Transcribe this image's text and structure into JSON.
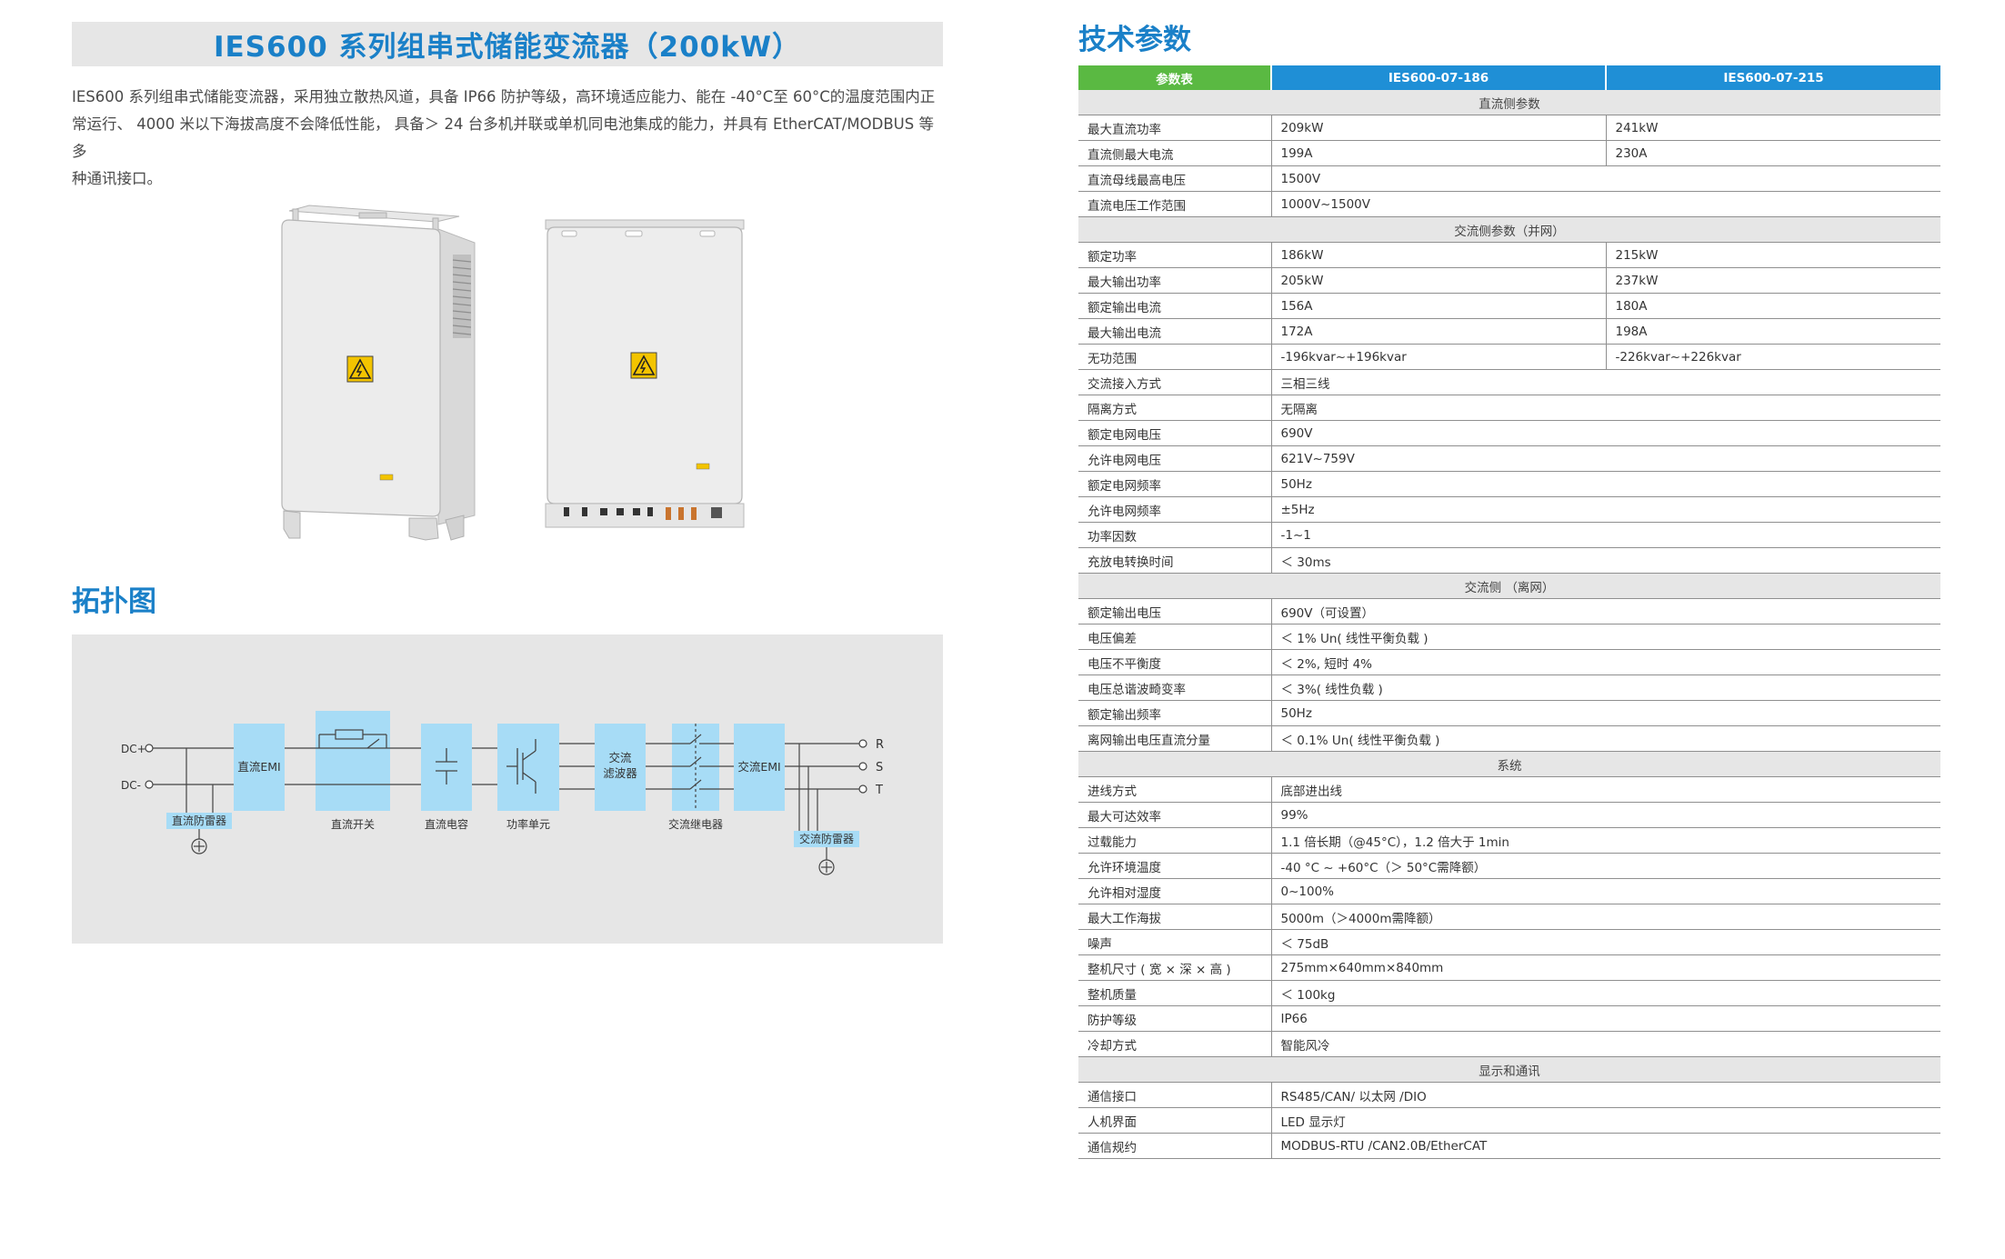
{
  "header": {
    "title": "IES600 系列组串式储能变流器（200kW）"
  },
  "intro": {
    "lines": [
      "IES600 系列组串式储能变流器，采用独立散热风道，具备 IP66 防护等级，高环境适应能力、能在 -40°C至 60°C的温度范围内正",
      "常运行、 4000 米以下海拔高度不会降低性能， 具备＞ 24 台多机并联或单机同电池集成的能力，并具有 EtherCAT/MODBUS 等多",
      "种通讯接口。"
    ]
  },
  "topology": {
    "heading": "拓扑图",
    "dc_plus": "DC+",
    "dc_minus": "DC-",
    "blocks": {
      "dc_emi": "直流EMI",
      "ac_filter_1": "交流",
      "ac_filter_2": "滤波器",
      "ac_emi": "交流EMI"
    },
    "labels": {
      "dc_spd": "直流防雷器",
      "dc_switch": "直流开关",
      "dc_cap": "直流电容",
      "power_unit": "功率单元",
      "ac_relay": "交流继电器",
      "ac_spd": "交流防雷器"
    },
    "phases": [
      "R",
      "S",
      "T"
    ]
  },
  "specs": {
    "heading": "技术参数",
    "col_param": "参数表",
    "col_model_a": "IES600-07-186",
    "col_model_b": "IES600-07-215",
    "rows": [
      {
        "section": "直流侧参数"
      },
      {
        "name": "最大直流功率",
        "a": "209kW",
        "b": "241kW"
      },
      {
        "name": "直流侧最大电流",
        "a": "199A",
        "b": "230A"
      },
      {
        "name": "直流母线最高电压",
        "v": "1500V"
      },
      {
        "name": "直流电压工作范围",
        "v": "1000V~1500V"
      },
      {
        "section": "交流侧参数（并网）"
      },
      {
        "name": "额定功率",
        "a": "186kW",
        "b": "215kW"
      },
      {
        "name": "最大输出功率",
        "a": "205kW",
        "b": "237kW"
      },
      {
        "name": "额定输出电流",
        "a": "156A",
        "b": "180A"
      },
      {
        "name": "最大输出电流",
        "a": "172A",
        "b": "198A"
      },
      {
        "name": "无功范围",
        "a": "-196kvar~+196kvar",
        "b": "-226kvar~+226kvar"
      },
      {
        "name": "交流接入方式",
        "v": "三相三线"
      },
      {
        "name": "隔离方式",
        "v": "无隔离"
      },
      {
        "name": "额定电网电压",
        "v": "690V"
      },
      {
        "name": "允许电网电压",
        "v": "621V~759V"
      },
      {
        "name": "额定电网频率",
        "v": "50Hz"
      },
      {
        "name": "允许电网频率",
        "v": "±5Hz"
      },
      {
        "name": "功率因数",
        "v": "-1~1"
      },
      {
        "name": "充放电转换时间",
        "v": "＜ 30ms"
      },
      {
        "section": "交流侧 （离网）"
      },
      {
        "name": "额定输出电压",
        "v": "690V（可设置）"
      },
      {
        "name": "电压偏差",
        "v": "＜ 1% Un( 线性平衡负载 )"
      },
      {
        "name": "电压不平衡度",
        "v": "＜ 2%, 短时 4%"
      },
      {
        "name": "电压总谐波畸变率",
        "v": "＜ 3%( 线性负载 )"
      },
      {
        "name": "额定输出频率",
        "v": "50Hz"
      },
      {
        "name": "离网输出电压直流分量",
        "v": "＜ 0.1% Un( 线性平衡负载 )"
      },
      {
        "section": "系统"
      },
      {
        "name": "进线方式",
        "v": "底部进出线"
      },
      {
        "name": "最大可达效率",
        "v": "99%"
      },
      {
        "name": "过载能力",
        "v": "1.1 倍长期（@45°C），1.2 倍大于 1min"
      },
      {
        "name": "允许环境温度",
        "v": "-40 °C ~ +60°C（＞ 50°C需降额）"
      },
      {
        "name": "允许相对湿度",
        "v": "0~100%"
      },
      {
        "name": "最大工作海拔",
        "v": "5000m（＞4000m需降额）"
      },
      {
        "name": "噪声",
        "v": "＜ 75dB"
      },
      {
        "name": "整机尺寸 ( 宽 × 深 × 高 )",
        "v": "275mm×640mm×840mm"
      },
      {
        "name": "整机质量",
        "v": "＜ 100kg"
      },
      {
        "name": "防护等级",
        "v": "IP66"
      },
      {
        "name": "冷却方式",
        "v": "智能风冷"
      },
      {
        "section": "显示和通讯"
      },
      {
        "name": "通信接口",
        "v": "RS485/CAN/ 以太网 /DIO"
      },
      {
        "name": "人机界面",
        "v": "LED 显示灯"
      },
      {
        "name": "通信规约",
        "v": "MODBUS-RTU /CAN2.0B/EtherCAT"
      }
    ]
  },
  "colors": {
    "title_blue": "#1a80c8",
    "header_green": "#5ab942",
    "header_blue": "#1f8fd6",
    "block_blue": "#a7dcf6",
    "panel_gray": "#e6e6e6"
  }
}
